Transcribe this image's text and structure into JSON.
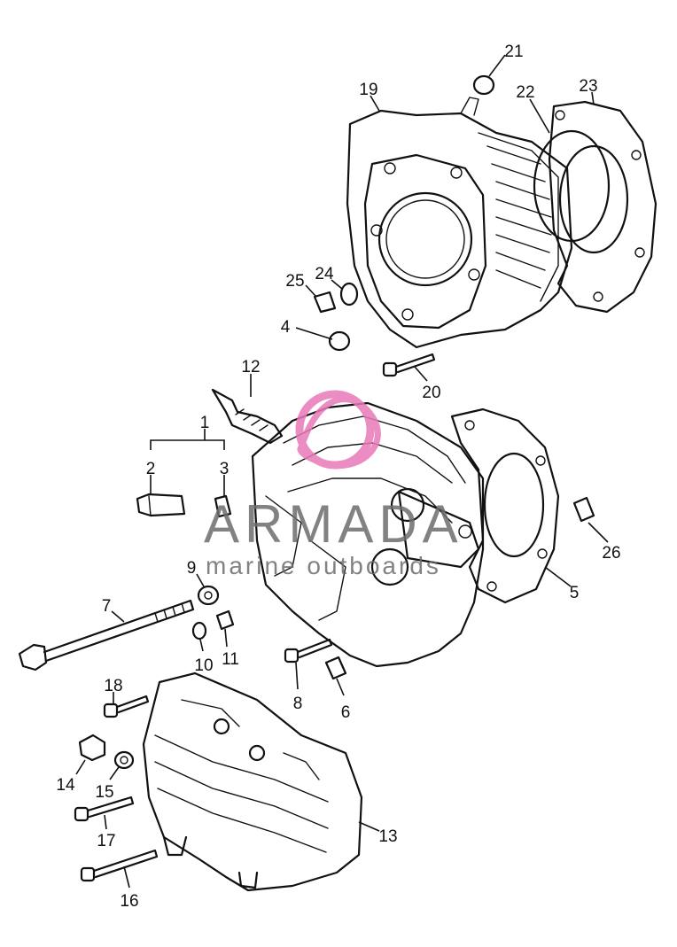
{
  "watermark": {
    "brand": "ARMADA",
    "tagline": "marine outboards",
    "color": "#e879b8",
    "text_color": "#6d6d6d"
  },
  "parts": [
    {
      "number": "1"
    },
    {
      "number": "2"
    },
    {
      "number": "3"
    },
    {
      "number": "4"
    },
    {
      "number": "5"
    },
    {
      "number": "6"
    },
    {
      "number": "7"
    },
    {
      "number": "8"
    },
    {
      "number": "9"
    },
    {
      "number": "10"
    },
    {
      "number": "11"
    },
    {
      "number": "12"
    },
    {
      "number": "13"
    },
    {
      "number": "14"
    },
    {
      "number": "15"
    },
    {
      "number": "16"
    },
    {
      "number": "17"
    },
    {
      "number": "18"
    },
    {
      "number": "19"
    },
    {
      "number": "20"
    },
    {
      "number": "21"
    },
    {
      "number": "22"
    },
    {
      "number": "23"
    },
    {
      "number": "24"
    },
    {
      "number": "25"
    },
    {
      "number": "26"
    }
  ]
}
